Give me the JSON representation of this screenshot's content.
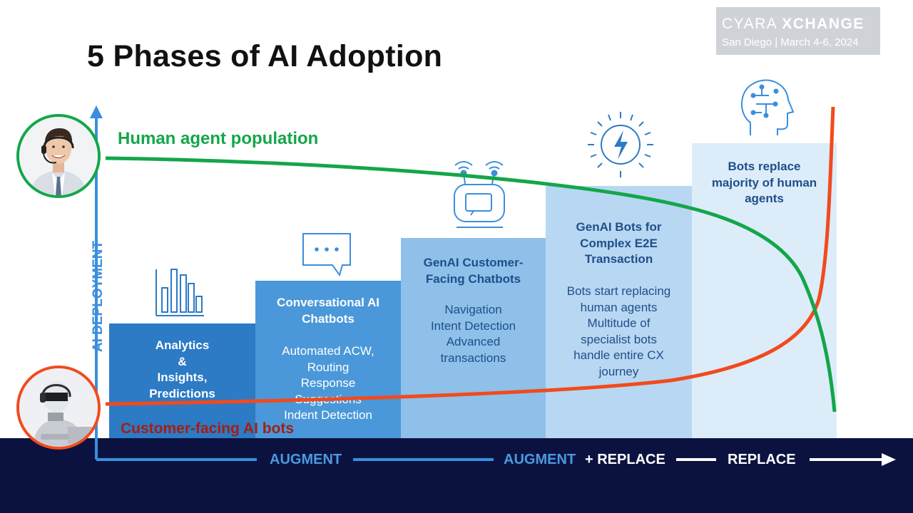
{
  "title": "5 Phases of AI Adoption",
  "logo": {
    "brand": "CYARA",
    "brand_suffix": "XCHANGE",
    "subtitle": "San Diego | March 4-6, 2024"
  },
  "axes": {
    "y_label": "AI DEPLOYMENT",
    "x_segments": [
      "AUGMENT",
      "AUGMENT",
      "+ REPLACE",
      "REPLACE"
    ]
  },
  "series": {
    "human_label": "Human agent population",
    "bots_label": "Customer-facing AI bots"
  },
  "phases": [
    {
      "title": "Analytics\n&\nInsights,\nPredictions",
      "body": "",
      "icon": "bar-chart-icon"
    },
    {
      "title": "Conversational AI\nChatbots",
      "body": "Automated ACW,\nRouting\nResponse\nSuggestions\nIndent Detection",
      "icon": "chat-bubble-icon"
    },
    {
      "title": "GenAI Customer-\nFacing Chatbots",
      "body": "Navigation\nIntent Detection\nAdvanced\ntransactions",
      "icon": "robot-icon"
    },
    {
      "title": "GenAI Bots for\nComplex E2E\nTransaction",
      "body": "Bots start replacing\nhuman agents\nMultitude of\nspecialist bots\nhandle entire CX\njourney",
      "icon": "lightning-icon"
    },
    {
      "title": "Bots replace\nmajority of human\nagents",
      "body": "",
      "icon": "ai-head-icon"
    }
  ],
  "colors": {
    "human_curve": "#14a64a",
    "bot_curve": "#f24a1d",
    "axis": "#3a8fde",
    "bottom_bar": "#0b1240"
  }
}
